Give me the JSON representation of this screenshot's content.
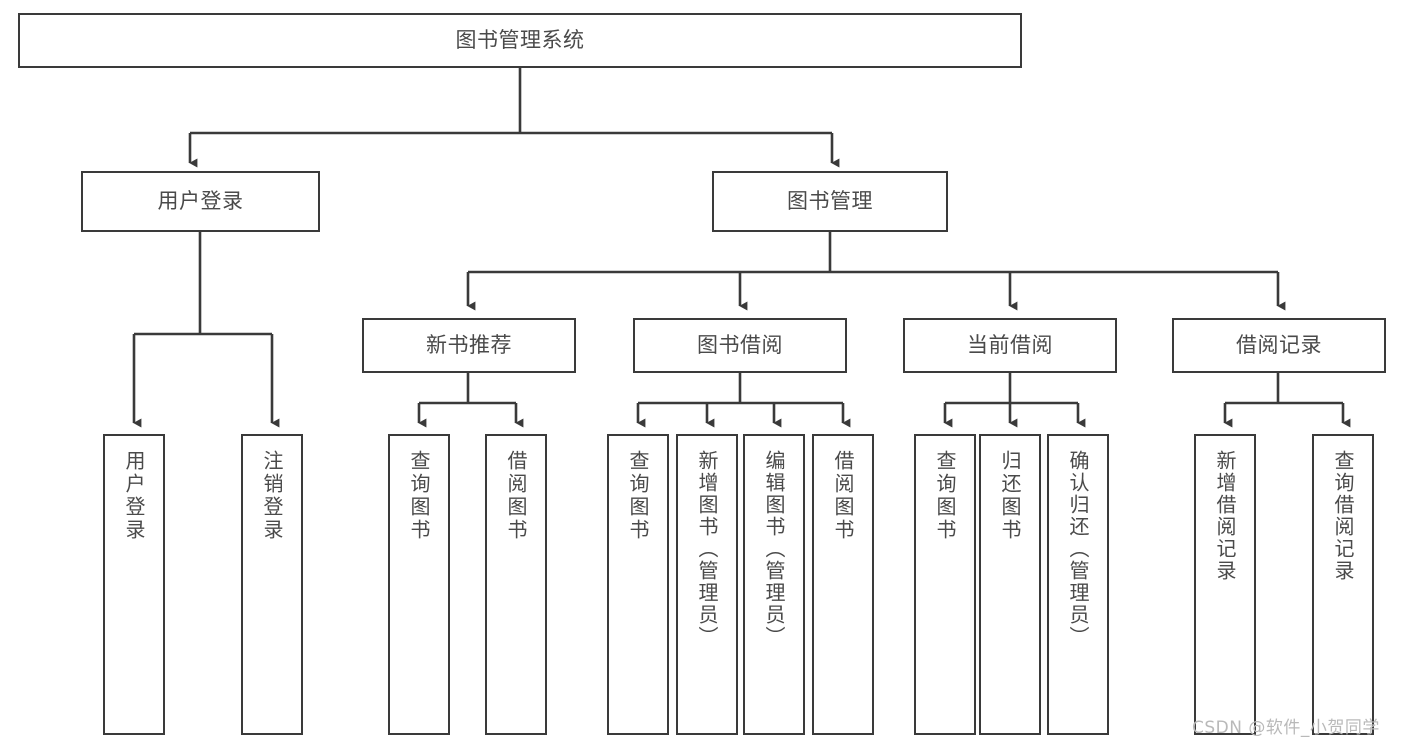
{
  "diagram": {
    "type": "hierarchy-tree",
    "title": "图书管理系统",
    "watermark": "CSDN @软件_小贺同学",
    "colors": {
      "stroke": "#3a3a3a",
      "text": "#4a4a4a",
      "background": "#ffffff",
      "watermark": "#b9b9b9"
    },
    "nodes": {
      "root": {
        "label": "图书管理系统"
      },
      "level2": [
        {
          "label": "用户登录"
        },
        {
          "label": "图书管理"
        }
      ],
      "level3": [
        {
          "label": "新书推荐"
        },
        {
          "label": "图书借阅"
        },
        {
          "label": "当前借阅"
        },
        {
          "label": "借阅记录"
        }
      ],
      "leaves": {
        "user_login": [
          {
            "label": "用户登录"
          },
          {
            "label": "注销登录"
          }
        ],
        "new_book_recommend": [
          {
            "label": "查询图书"
          },
          {
            "label": "借阅图书"
          }
        ],
        "book_borrow": [
          {
            "label": "查询图书"
          },
          {
            "label": "新增图书（管理员）"
          },
          {
            "label": "编辑图书（管理员）"
          },
          {
            "label": "借阅图书"
          }
        ],
        "current_borrow": [
          {
            "label": "查询图书"
          },
          {
            "label": "归还图书"
          },
          {
            "label": "确认归还（管理员）"
          }
        ],
        "borrow_record": [
          {
            "label": "新增借阅记录"
          },
          {
            "label": "查询借阅记录"
          }
        ]
      }
    }
  }
}
